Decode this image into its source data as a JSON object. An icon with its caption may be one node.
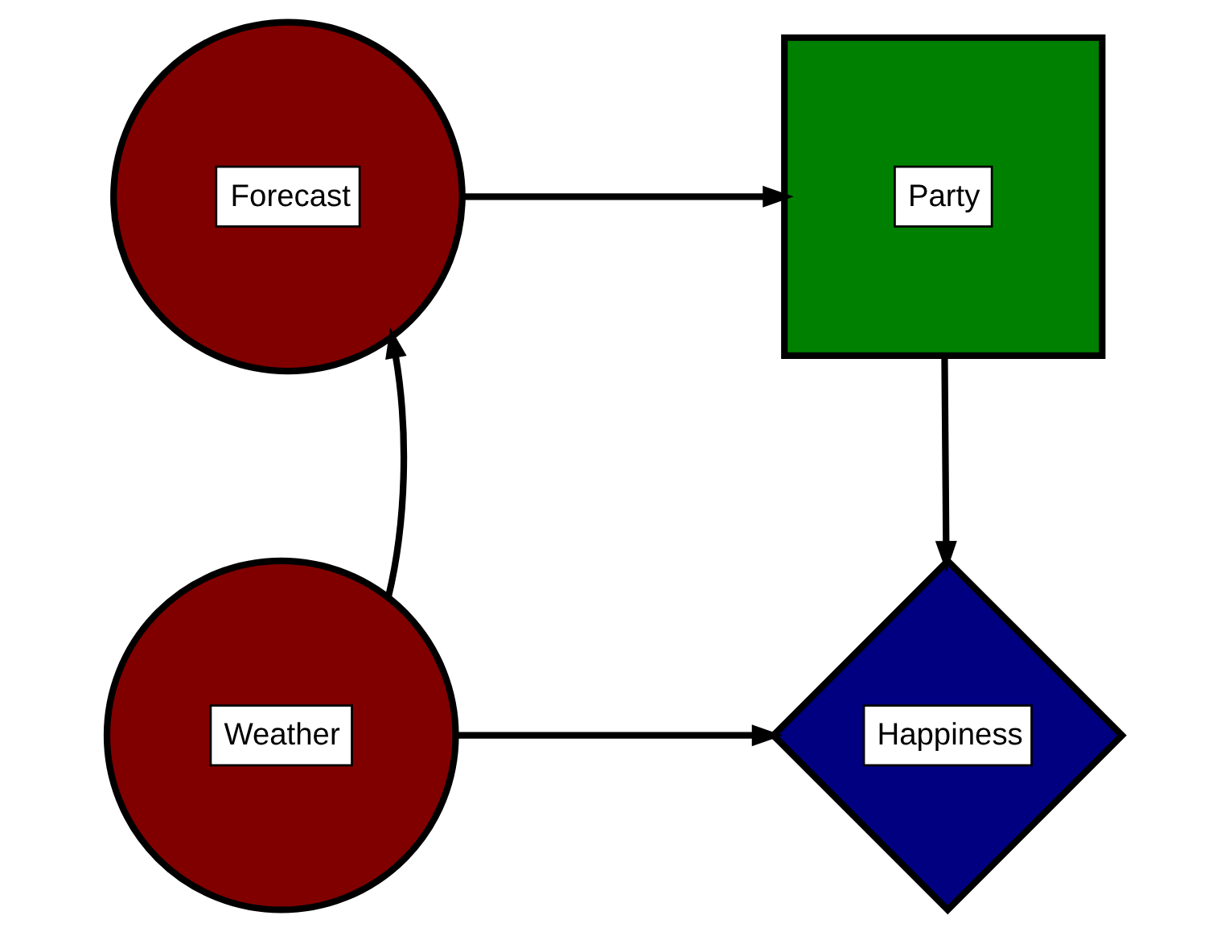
{
  "diagram": {
    "nodes": [
      {
        "text": [
          "Party"
        ]
      },
      {
        "text": [
          "Forecast"
        ]
      },
      {
        "text": [
          "Happiness"
        ]
      },
      {
        "text": [
          "Weather"
        ]
      }
    ],
    "edges": [
      {
        "from": 1,
        "to": 0,
        "arrow": "to"
      },
      {
        "from": 0,
        "to": 2,
        "arrow": "to"
      },
      {
        "from": 3,
        "to": 1,
        "arrow": "to"
      },
      {
        "from": 3,
        "to": 2,
        "arrow": "to"
      }
    ]
  }
}
